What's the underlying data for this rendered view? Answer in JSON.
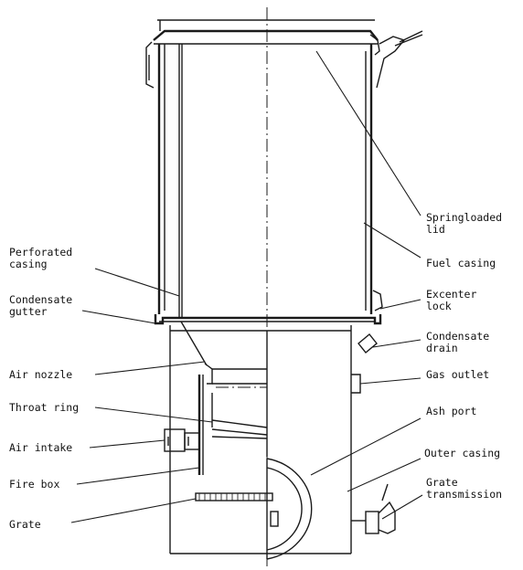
{
  "labels": {
    "springloaded_lid": [
      "Springloaded",
      "lid"
    ],
    "fuel_casing": [
      "Fuel casing"
    ],
    "perforated_casing": [
      "Perforated",
      "casing"
    ],
    "excenter_lock": [
      "Excenter",
      "lock"
    ],
    "condensate_gutter": [
      "Condensate",
      "gutter"
    ],
    "condensate_drain": [
      "Condensate",
      "drain"
    ],
    "air_nozzle": [
      "Air nozzle"
    ],
    "gas_outlet": [
      "Gas outlet"
    ],
    "throat_ring": [
      "Throat ring"
    ],
    "ash_port": [
      "Ash port"
    ],
    "air_intake": [
      "Air intake"
    ],
    "outer_casing": [
      "Outer casing"
    ],
    "fire_box": [
      "Fire box"
    ],
    "grate_transmission": [
      "Grate",
      "transmission"
    ],
    "grate": [
      "Grate"
    ]
  }
}
